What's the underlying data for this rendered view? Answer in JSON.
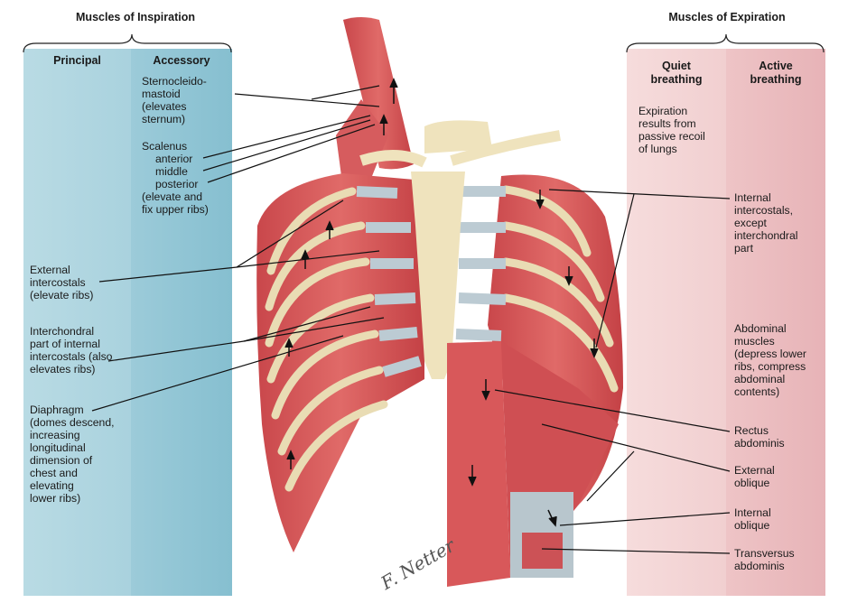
{
  "inspiration": {
    "title": "Muscles of Inspiration",
    "principal": "Principal",
    "accessory": "Accessory"
  },
  "expiration": {
    "title": "Muscles of Expiration",
    "quiet": "Quiet\nbreathing",
    "active": "Active\nbreathing"
  },
  "labels": {
    "sternocleidomastoid": "Sternocleido-\nmastoid\n(elevates\nsternum)",
    "scalenus": "Scalenus",
    "anterior": "anterior",
    "middle": "middle",
    "posterior": "posterior",
    "scalenus_note": "(elevate and\nfix upper ribs)",
    "external_intercostals": "External\nintercostals\n(elevate ribs)",
    "interchondral": "Interchondral\npart of internal\nintercostals (also\nelevates ribs)",
    "diaphragm": "Diaphragm\n(domes descend,\nincreasing\nlongitudinal\ndimension of\nchest and\nelevating\nlower ribs)",
    "passive_recoil": "Expiration\nresults from\npassive recoil\nof lungs",
    "internal_intercostals": "Internal\nintercostals,\nexcept\ninterchondral\npart",
    "abdominal": "Abdominal\nmuscles\n(depress lower\nribs, compress\nabdominal\ncontents)",
    "rectus": "Rectus\nabdominis",
    "external_oblique": "External\noblique",
    "internal_oblique": "Internal\noblique",
    "transversus": "Transversus\nabdominis"
  },
  "colors": {
    "principal": "#b9dbe4",
    "accessory": "#8fc4d4",
    "quiet": "#f4d6d6",
    "active": "#ebbdc0",
    "muscle": "#d9575a",
    "bone": "#efe3bd",
    "cartilage": "#bccbd3"
  }
}
